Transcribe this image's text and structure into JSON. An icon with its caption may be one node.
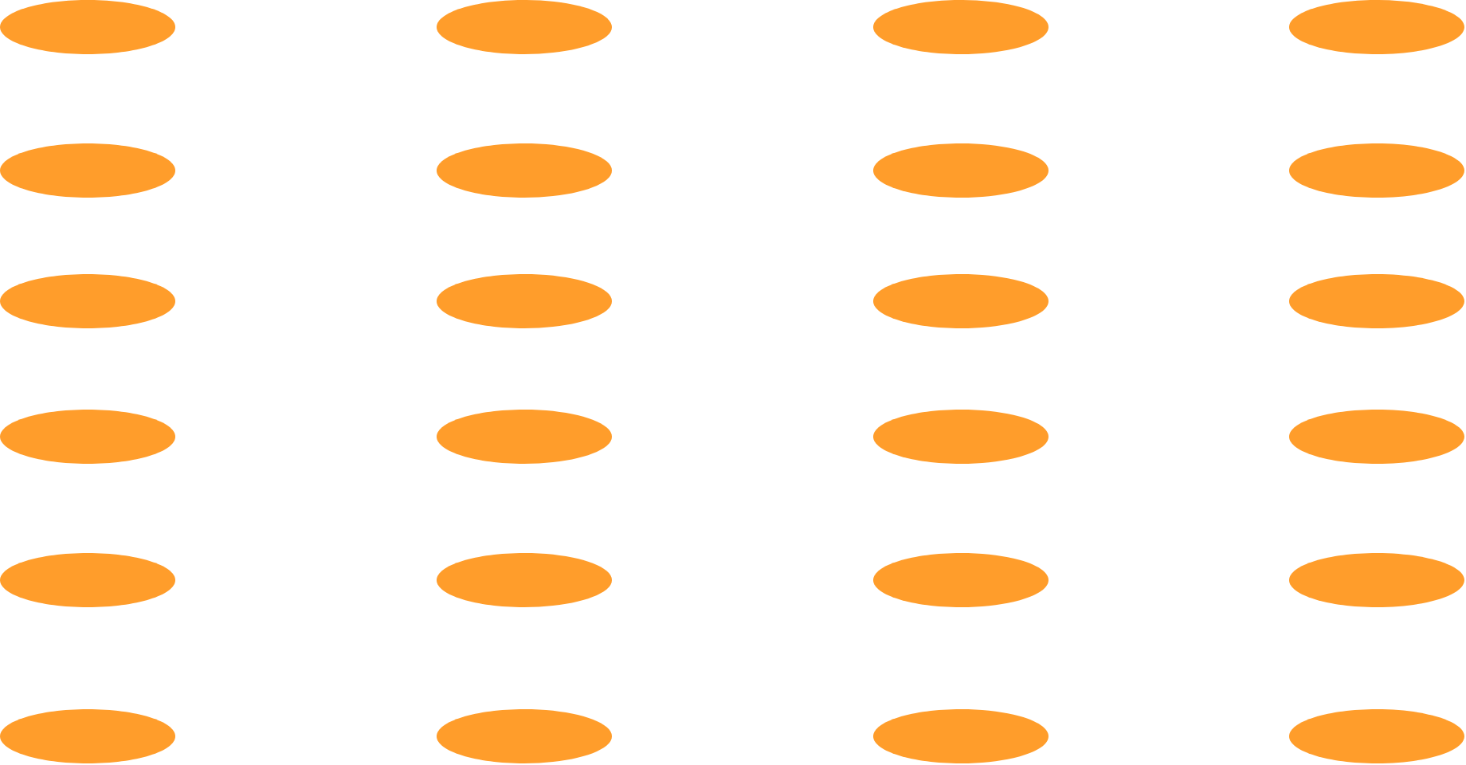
{
  "diagram": {
    "nodes": [
      {
        "text": [],
        "shape": "ellipse"
      },
      {
        "text": [],
        "shape": "ellipse"
      },
      {
        "text": [],
        "shape": "ellipse"
      },
      {
        "text": [],
        "shape": "ellipse"
      },
      {
        "text": [],
        "shape": "ellipse"
      },
      {
        "text": [],
        "shape": "ellipse"
      },
      {
        "text": [],
        "shape": "ellipse"
      },
      {
        "text": [],
        "shape": "ellipse"
      },
      {
        "text": [],
        "shape": "ellipse"
      },
      {
        "text": [],
        "shape": "ellipse"
      },
      {
        "text": [],
        "shape": "ellipse"
      },
      {
        "text": [],
        "shape": "ellipse"
      },
      {
        "text": [],
        "shape": "ellipse"
      },
      {
        "text": [],
        "shape": "ellipse"
      },
      {
        "text": [],
        "shape": "ellipse"
      },
      {
        "text": [],
        "shape": "ellipse"
      },
      {
        "text": [],
        "shape": "ellipse"
      },
      {
        "text": [],
        "shape": "ellipse"
      },
      {
        "text": [],
        "shape": "ellipse"
      },
      {
        "text": [],
        "shape": "ellipse"
      },
      {
        "text": [],
        "shape": "ellipse"
      },
      {
        "text": [],
        "shape": "ellipse"
      },
      {
        "text": [],
        "shape": "ellipse"
      },
      {
        "text": [],
        "shape": "ellipse"
      }
    ]
  }
}
